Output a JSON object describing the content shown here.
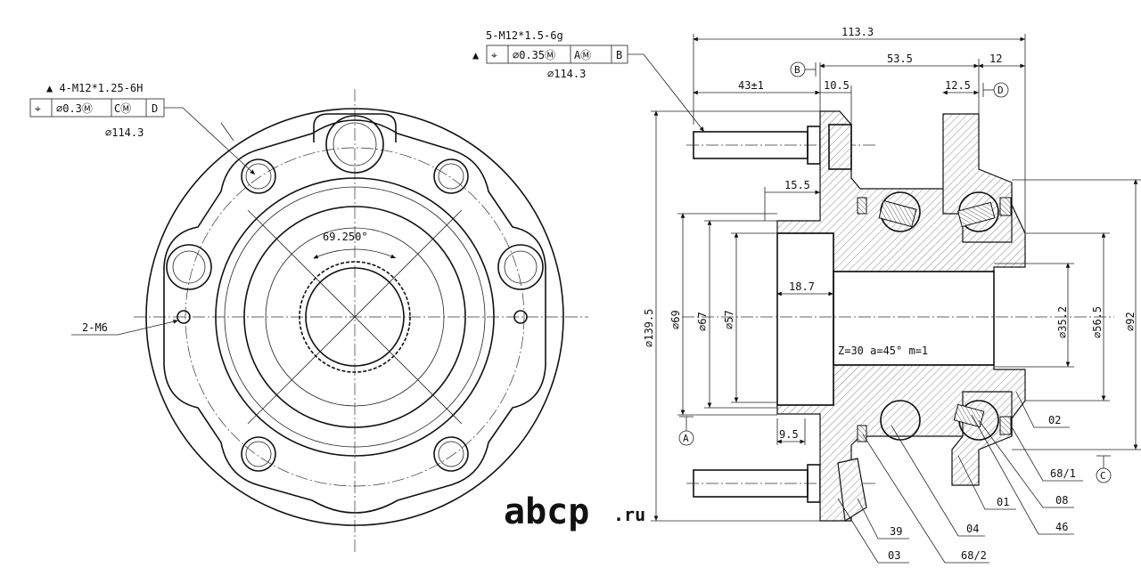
{
  "left_view": {
    "callout_top": "▲ 4-M12*1.25-6H",
    "fcf": {
      "symbol": "⌖",
      "tol": "∅0.3Ⓜ",
      "datum1": "CⓂ",
      "datum2": "D"
    },
    "pcd": "∅114.3",
    "angle": "69.250°",
    "hole_label": "2-M6"
  },
  "right_view": {
    "callout_top": "5-M12*1.5-6g",
    "fcf": {
      "marker": "▲",
      "symbol": "⌖",
      "tol": "∅0.35Ⓜ",
      "datum1": "AⓂ",
      "datum2": "B"
    },
    "pcd": "∅114.3",
    "dims": {
      "overall": "113.3",
      "d535": "53.5",
      "d12": "12",
      "d43": "43±1",
      "d105": "10.5",
      "d125": "12.5",
      "d155": "15.5",
      "d187": "18.7",
      "d95": "9.5",
      "dia1395": "∅139.5",
      "dia69": "∅69",
      "dia67": "∅67",
      "dia57": "∅57",
      "dia352": "∅35.2",
      "dia565": "∅56.5",
      "dia92": "∅92"
    },
    "datums": {
      "a": "A",
      "b": "B",
      "c": "C",
      "d": "D"
    },
    "spline": "Z=30  a=45°  m=1",
    "parts": [
      "02",
      "68/1",
      "08",
      "46",
      "01",
      "04",
      "68/2",
      "39",
      "03"
    ]
  },
  "watermark": {
    "brand": "abcp",
    "tld": ".ru"
  }
}
